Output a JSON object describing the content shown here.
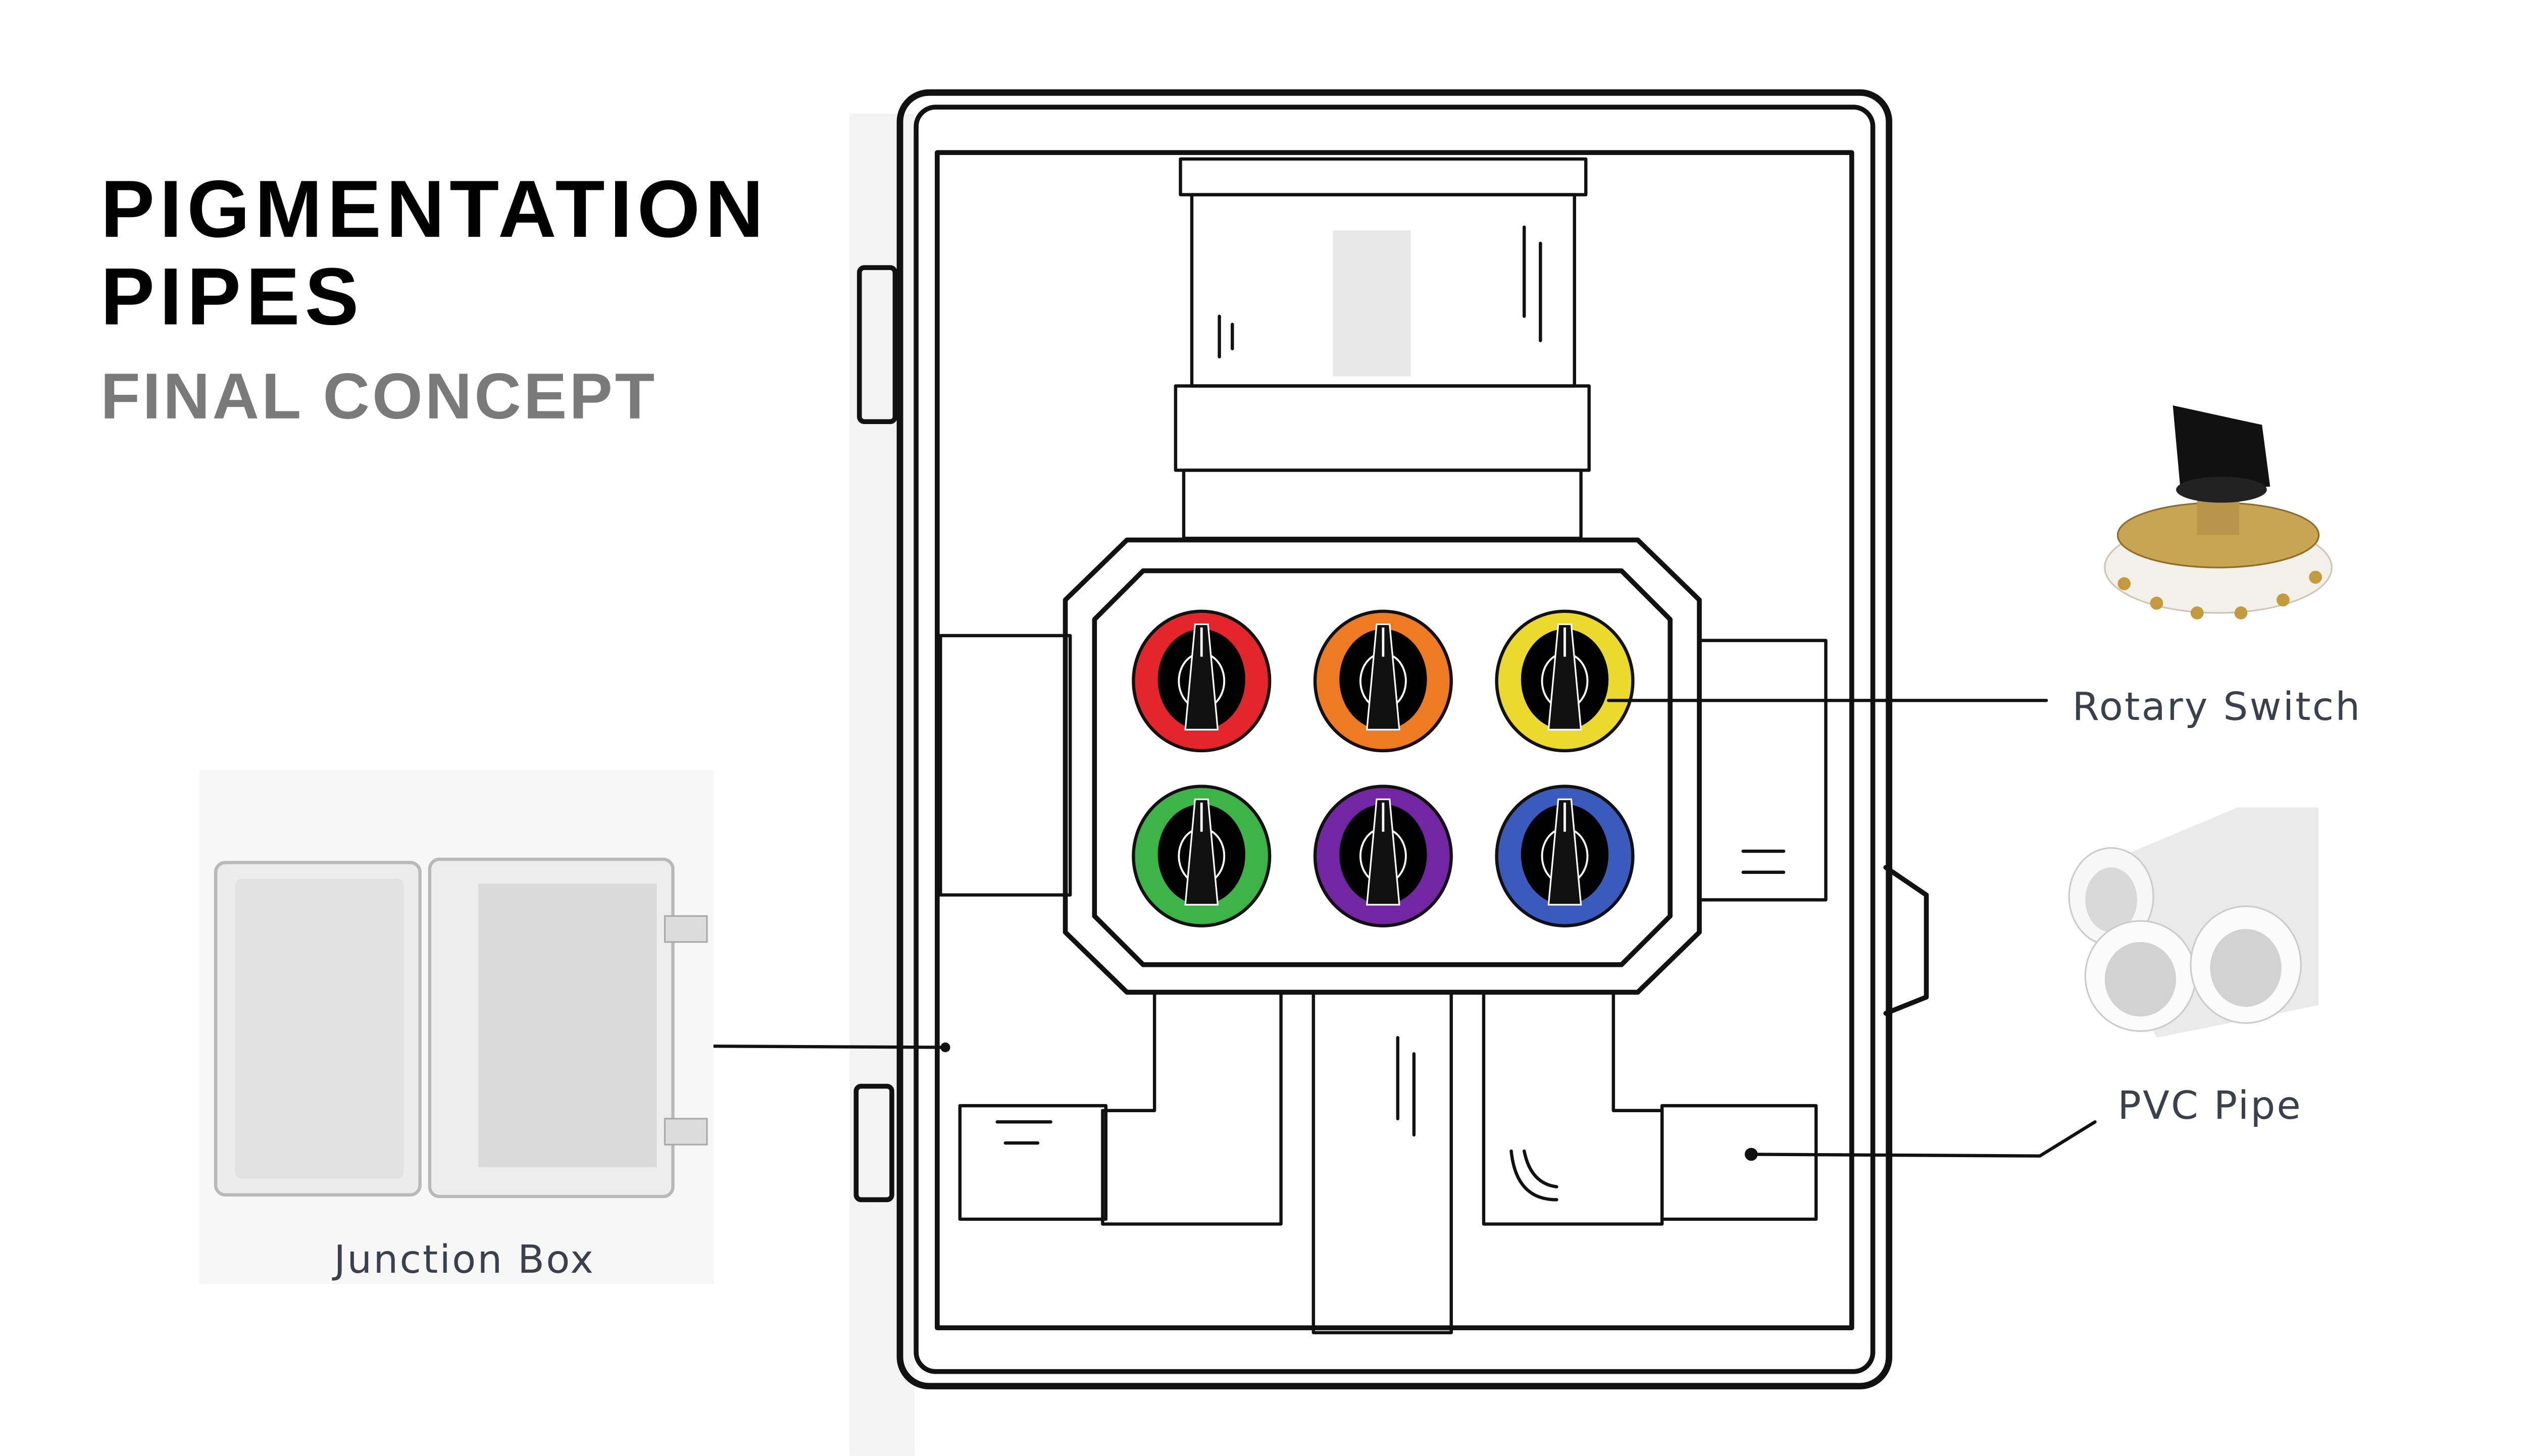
{
  "header": {
    "title_line1": "PIGMENTATION",
    "title_line2": "PIPES",
    "subtitle": "FINAL CONCEPT"
  },
  "callouts": {
    "rotary_switch": "Rotary Switch",
    "pvc_pipe": "PVC Pipe",
    "junction_box": "Junction Box"
  },
  "knobs": [
    {
      "name": "red",
      "color": "#e4252c"
    },
    {
      "name": "orange",
      "color": "#ee7a22"
    },
    {
      "name": "yellow",
      "color": "#ecd92e"
    },
    {
      "name": "green",
      "color": "#3cb448"
    },
    {
      "name": "purple",
      "color": "#7326a4"
    },
    {
      "name": "blue",
      "color": "#3a5bbd"
    }
  ]
}
